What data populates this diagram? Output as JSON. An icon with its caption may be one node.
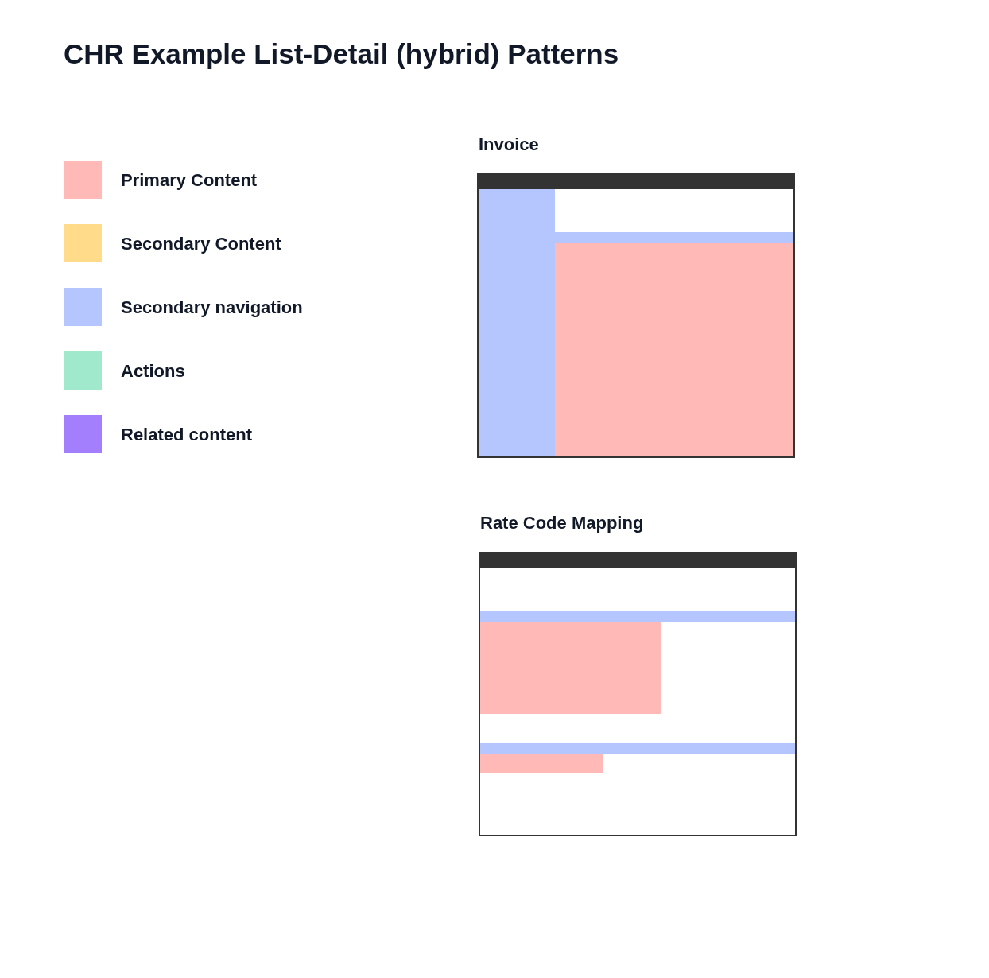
{
  "diagram": {
    "title": "CHR Example List-Detail (hybrid) Patterns",
    "nodes": [
      {
        "text": [
          "Invoice"
        ]
      },
      {
        "text": [],
        "shape": "box",
        "in": 0
      },
      {
        "text": [],
        "shape": "box",
        "in": 0
      },
      {
        "text": [],
        "shape": "box",
        "in": 0
      },
      {
        "text": [],
        "shape": "box",
        "in": 0
      },
      {
        "text": [
          "Rate Code Mapping"
        ]
      },
      {
        "text": [],
        "shape": "box",
        "in": 5
      },
      {
        "text": [],
        "shape": "box",
        "in": 5
      },
      {
        "text": [],
        "shape": "box",
        "in": 5
      },
      {
        "text": [],
        "shape": "box",
        "in": 5
      },
      {
        "text": [],
        "shape": "box",
        "in": 5
      }
    ],
    "legend": [
      {
        "text": "Primary Content",
        "color": "#ffb9b6"
      },
      {
        "text": "Secondary Content",
        "color": "#ffdb8a"
      },
      {
        "text": "Secondary navigation",
        "color": "#b5c5fe"
      },
      {
        "text": "Actions",
        "color": "#a1e9cc"
      },
      {
        "text": "Related content",
        "color": "#a37ffe"
      }
    ]
  }
}
